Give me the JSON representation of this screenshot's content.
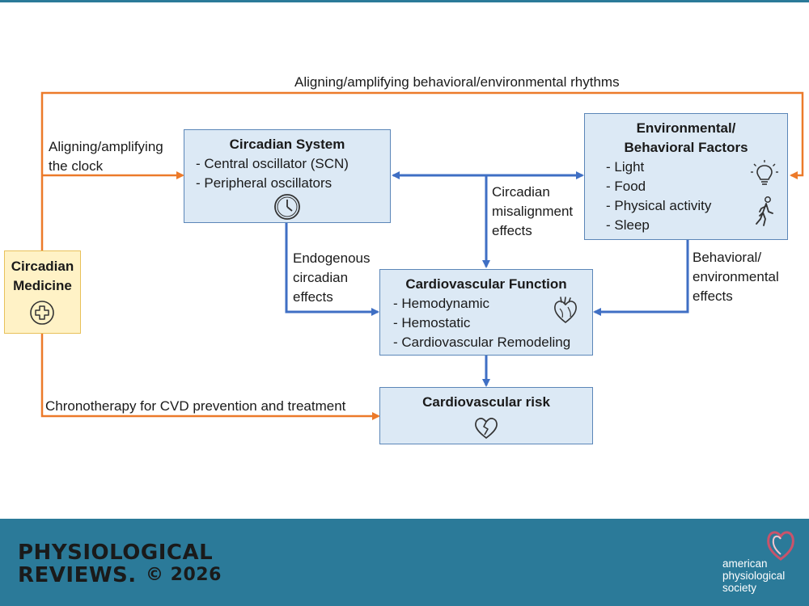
{
  "diagram": {
    "boxes": {
      "circadian_system": {
        "title": "Circadian System",
        "items": [
          "- Central oscillator (SCN)",
          "- Peripheral oscillators"
        ],
        "icon": "clock-icon"
      },
      "environmental": {
        "title_line1": "Environmental/",
        "title_line2": "Behavioral Factors",
        "items": [
          "- Light",
          "- Food",
          "- Physical activity",
          "- Sleep"
        ],
        "icons": [
          "lightbulb-icon",
          "walking-person-icon"
        ]
      },
      "cardiovascular_function": {
        "title": "Cardiovascular Function",
        "items": [
          "- Hemodynamic",
          "- Hemostatic",
          "- Cardiovascular Remodeling"
        ],
        "icon": "heart-icon"
      },
      "cardiovascular_risk": {
        "title": "Cardiovascular risk",
        "icon": "broken-heart-icon"
      },
      "circadian_medicine": {
        "line1": "Circadian",
        "line2": "Medicine",
        "icon": "medical-cross-icon"
      }
    },
    "labels": {
      "top_loop": "Aligning/amplifying behavioral/environmental rhythms",
      "align_clock_1": "Aligning/amplifying",
      "align_clock_2": "the clock",
      "misalignment_1": "Circadian",
      "misalignment_2": "misalignment",
      "misalignment_3": "effects",
      "endogenous_1": "Endogenous",
      "endogenous_2": "circadian",
      "endogenous_3": "effects",
      "behavioral_1": "Behavioral/",
      "behavioral_2": "environmental",
      "behavioral_3": "effects",
      "chronotherapy": "Chronotherapy for CVD prevention and treatment"
    },
    "colors": {
      "blue_arrow": "#3f6fc4",
      "orange_arrow": "#ec7a2a",
      "box_fill": "#dce9f5",
      "box_border": "#5b86b8",
      "medicine_fill": "#fff2c6",
      "medicine_border": "#e8c15a"
    }
  },
  "footer": {
    "journal_line1": "PHYSIOLOGICAL",
    "journal_line2": "REVIEWS.",
    "copyright": "© 2026",
    "society_line1": "american",
    "society_line2": "physiological",
    "society_line3": "society",
    "background": "#2b7a99"
  }
}
